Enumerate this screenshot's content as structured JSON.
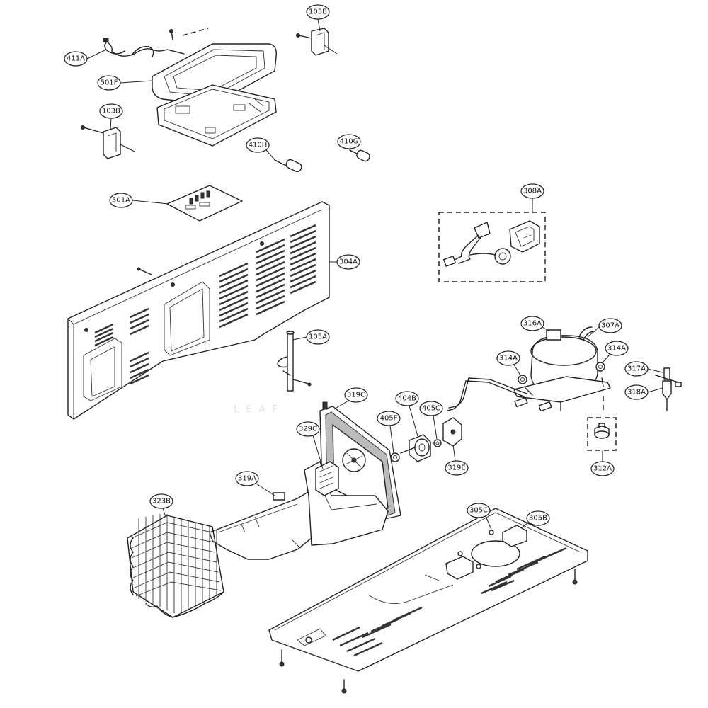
{
  "watermark": "LEAF",
  "callouts": {
    "c103B_top": "103B",
    "c411A": "411A",
    "c501F": "501F",
    "c103B_side": "103B",
    "c410H": "410H",
    "c410G": "410G",
    "c501A": "501A",
    "c308A": "308A",
    "c304A": "304A",
    "c105A": "105A",
    "c316A": "316A",
    "c307A": "307A",
    "c314A_left": "314A",
    "c314A_right": "314A",
    "c317A": "317A",
    "c318A": "318A",
    "c319C": "319C",
    "c404B": "404B",
    "c405C": "405C",
    "c405F": "405F",
    "c329C": "329C",
    "c319E": "319E",
    "c312A": "312A",
    "c319A": "319A",
    "c323B": "323B",
    "c305C": "305C",
    "c305B": "305B"
  }
}
